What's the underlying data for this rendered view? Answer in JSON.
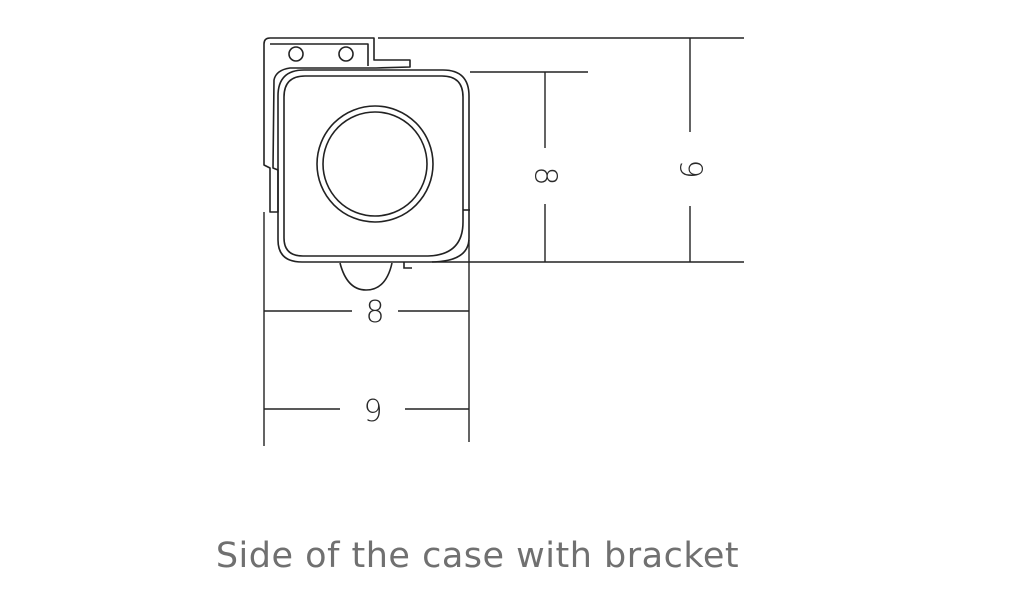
{
  "diagram": {
    "caption": "Side of the case with bracket",
    "dimensions": {
      "case_width": "8",
      "bracket_width": "9",
      "case_height": "8",
      "bracket_height": "9"
    }
  }
}
